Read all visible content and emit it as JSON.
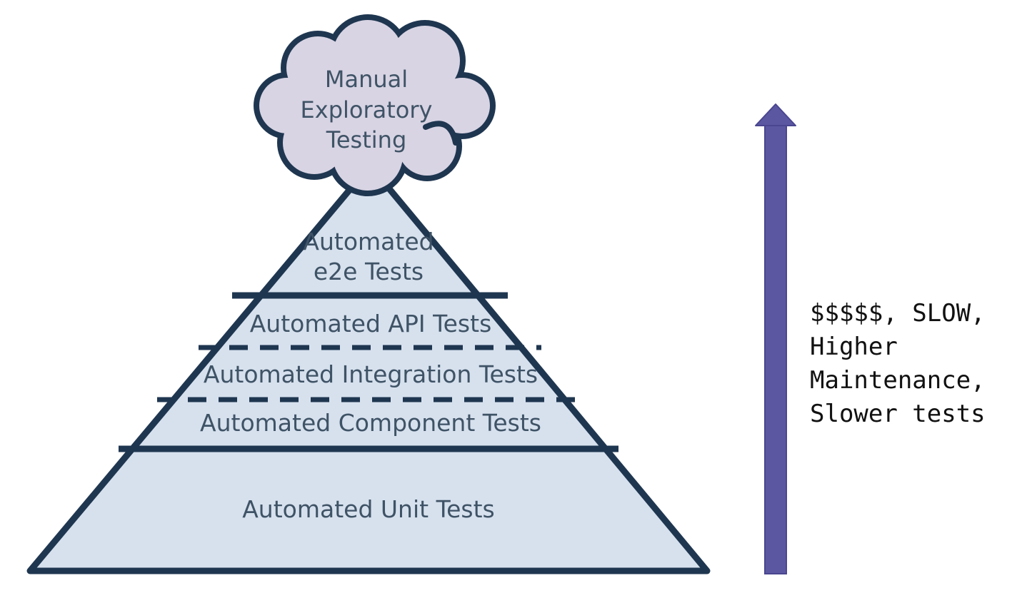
{
  "pyramid": {
    "top": {
      "line1": "Manual",
      "line2": "Exploratory",
      "line3": "Testing"
    },
    "layers": {
      "e2e": {
        "line1": "Automated",
        "line2": "e2e Tests"
      },
      "api": "Automated API Tests",
      "integration": "Automated Integration Tests",
      "component": "Automated Component Tests",
      "unit": "Automated Unit Tests"
    }
  },
  "arrow": {
    "direction": "up",
    "color": "#5b57a0"
  },
  "annotation": {
    "line1": "$$$$$, SLOW,",
    "line2": "Higher",
    "line3": "Maintenance,",
    "line4": "Slower tests"
  },
  "colors": {
    "pyramid_fill": "#d7e1ee",
    "cloud_fill": "#d8d4e4",
    "outline": "#1f3650",
    "text": "#3f5366"
  }
}
